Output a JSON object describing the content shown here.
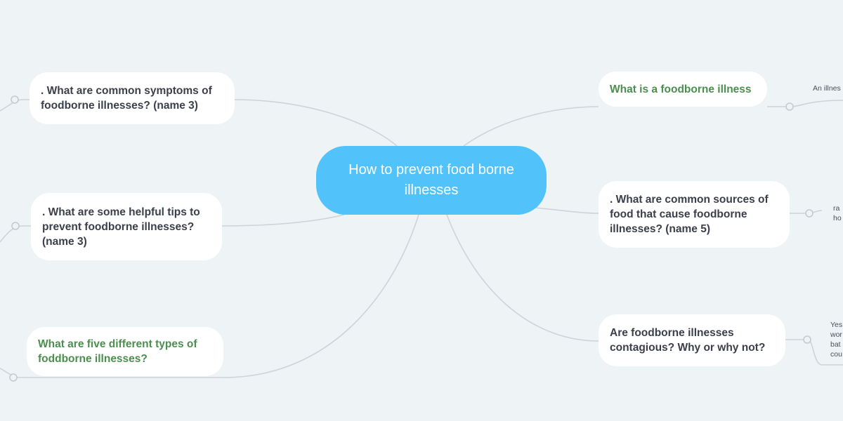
{
  "central": {
    "title": "How to prevent food borne illnesses"
  },
  "branches": {
    "symptoms": ". What are common symptoms of foodborne illnesses? (name 3)",
    "tips": ". What are some helpful tips to prevent foodborne illnesses? (name 3)",
    "types": "What are five different types of foddborne illnesses?",
    "definition": "What is a foodborne illness",
    "sources": ". What are common sources of food that cause foodborne illnesses? (name 5)",
    "contagious": "Are foodborne illnesses contagious? Why or why not?"
  },
  "notes": {
    "definition": "An illnes",
    "sources": "ra\nho",
    "contagious": "Yes\nwor\nbat\ncou"
  },
  "colors": {
    "background": "#eef3f6",
    "central": "#52c2fb",
    "green_text": "#4b8f4e",
    "dark_text": "#3a3f4a",
    "connector": "#c9d0d6"
  }
}
